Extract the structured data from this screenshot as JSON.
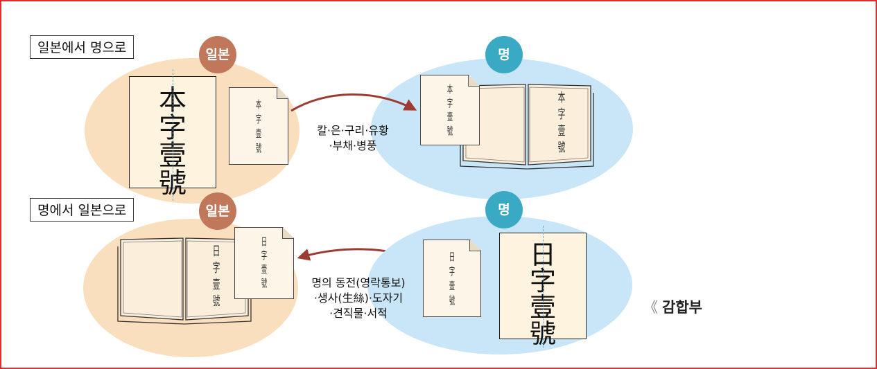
{
  "top_section": {
    "label": "일본에서 명으로",
    "origin_badge": "일본",
    "dest_badge": "명",
    "tally_chars": [
      "本",
      "字",
      "壹",
      "號"
    ],
    "paper_marks": [
      "本",
      "字",
      "壹",
      "號"
    ],
    "book_marks": [
      "本",
      "字",
      "壹",
      "號"
    ],
    "trade_goods": [
      "칼·은·구리·유황",
      "·부채·병풍"
    ]
  },
  "bottom_section": {
    "label": "명에서 일본으로",
    "dest_badge": "일본",
    "origin_badge": "명",
    "tally_chars": [
      "日",
      "字",
      "壹",
      "號"
    ],
    "paper_marks": [
      "日",
      "字",
      "壹",
      "號"
    ],
    "book_marks": [
      "日",
      "字",
      "壹",
      "號"
    ],
    "trade_goods": [
      "명의 동전(영락통보)",
      "·생사(生絲)·도자기",
      "·견직물·서적"
    ]
  },
  "caption": {
    "marker": "《",
    "text": "감합부"
  },
  "colors": {
    "japan_ellipse": "#f9dfbd",
    "ming_ellipse": "#c8e6f7",
    "japan_badge": "#c0775a",
    "ming_badge": "#3aa9c3",
    "arrow": "#9c3b32",
    "frame": "#e32b2b"
  }
}
